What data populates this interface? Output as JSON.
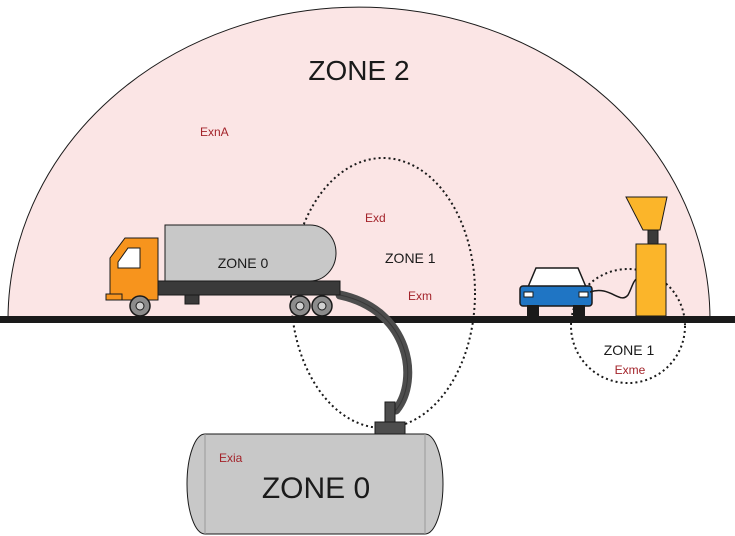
{
  "labels": {
    "zone2": "ZONE 2",
    "exna": "ExnA",
    "exd": "Exd",
    "zone1_main": "ZONE 1",
    "exm": "Exm",
    "zone0_truck": "ZONE 0",
    "zone1_pump": "ZONE 1",
    "exme": "Exme",
    "exia": "Exia",
    "zone0_tank": "ZONE 0"
  },
  "colors": {
    "zone2_fill": "#fbe5e5",
    "label_red": "#a3232a",
    "ground": "#1a1a1a",
    "tank_gray": "#c8c8c8",
    "truck_orange": "#f7941d",
    "car_blue": "#1f75c4",
    "pump_yellow": "#fbb52a",
    "hose_gray": "#4d4d4d"
  }
}
